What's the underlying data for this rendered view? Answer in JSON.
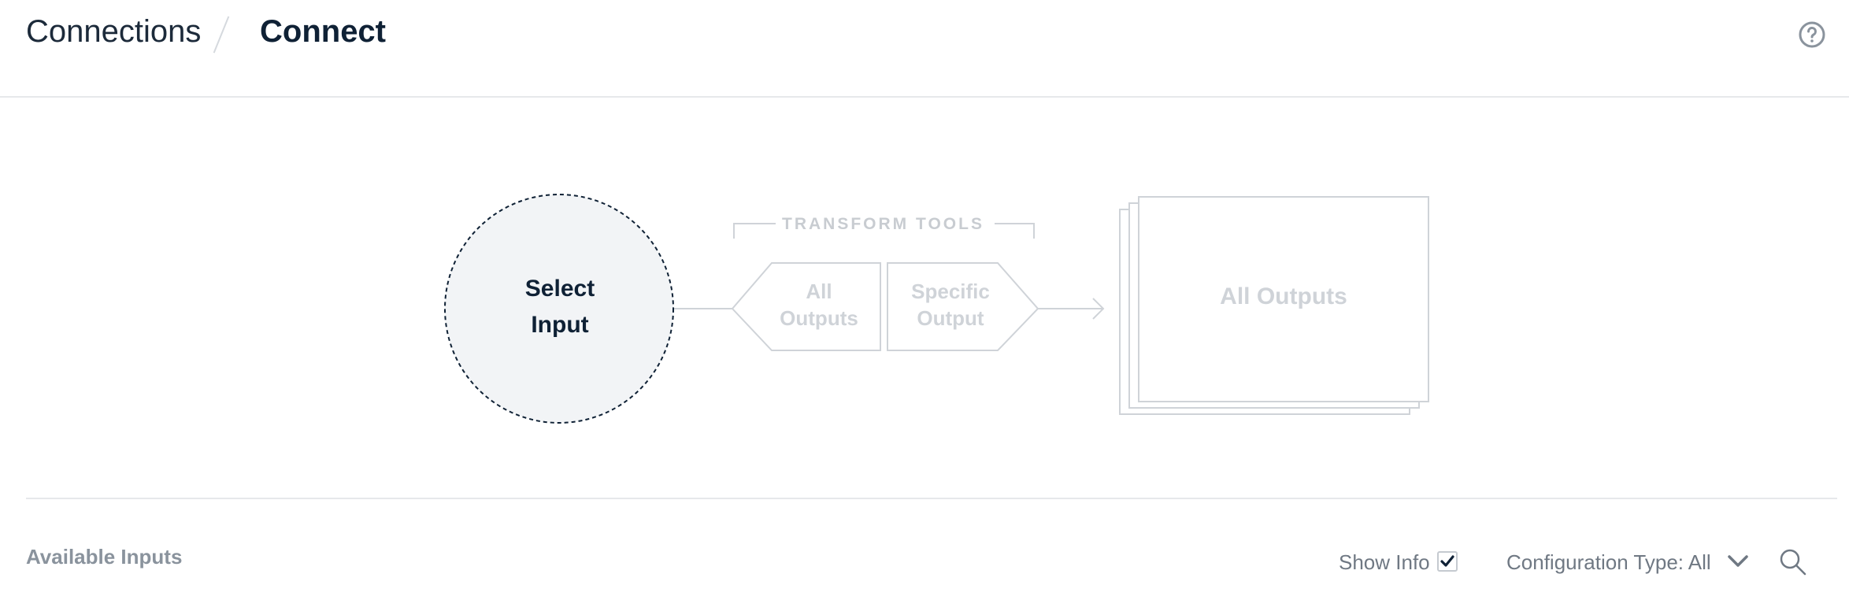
{
  "header": {
    "breadcrumb_parent": "Connections",
    "breadcrumb_current": "Connect",
    "help_icon": "question-circle-icon"
  },
  "diagram": {
    "select_input_line1": "Select",
    "select_input_line2": "Input",
    "transform_tools_label": "TRANSFORM TOOLS",
    "all_outputs_tool_line1": "All",
    "all_outputs_tool_line2": "Outputs",
    "specific_output_tool_line1": "Specific",
    "specific_output_tool_line2": "Output",
    "outputs_stack_label": "All Outputs"
  },
  "toolbar": {
    "title": "Available Inputs",
    "show_info_label": "Show Info",
    "show_info_checked": true,
    "configuration_type_label": "Configuration Type: All",
    "search_icon": "search-icon"
  },
  "colors": {
    "text_dark": "#0f2135",
    "muted": "#cfd3d8",
    "circle_fill": "#f2f4f6"
  }
}
